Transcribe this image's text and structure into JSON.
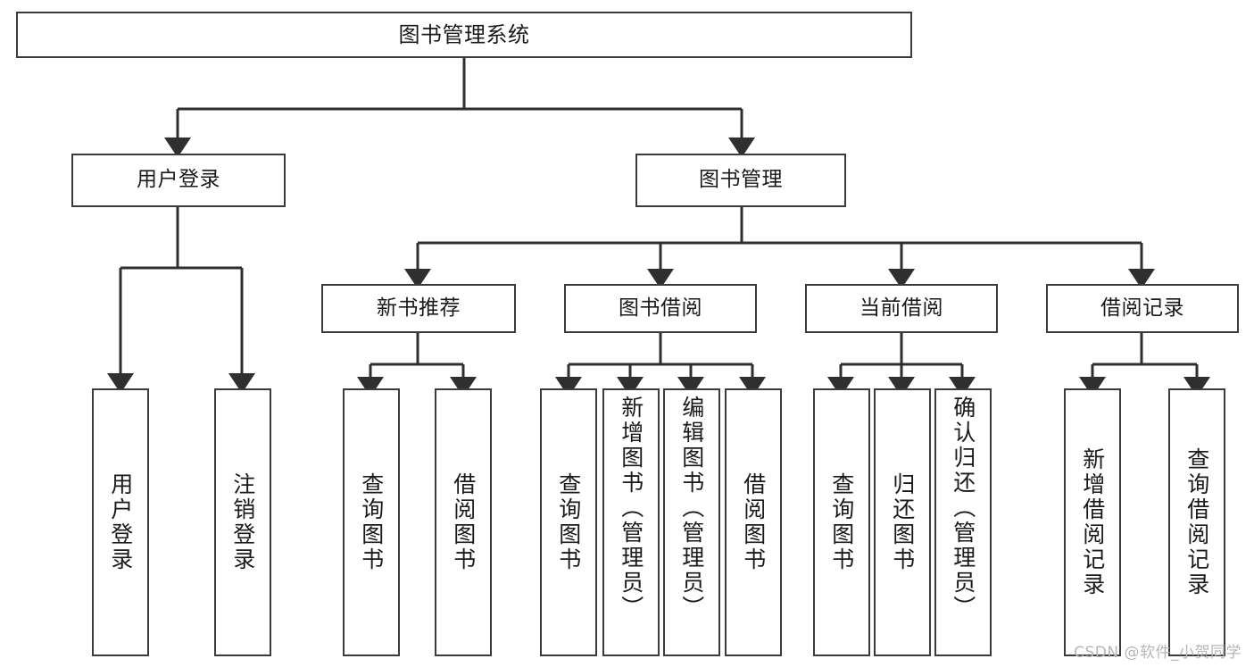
{
  "diagram": {
    "title": "图书管理系统",
    "watermark": "CSDN @软件_小贺同学",
    "stroke_color": "#3b3b3b",
    "background_color": "#ffffff",
    "text_color": "#1a1a1a",
    "watermark_color": "#b6b6b6"
  },
  "nodes": {
    "root": {
      "label": "图书管理系统"
    },
    "level2": [
      {
        "label": "用户登录"
      },
      {
        "label": "图书管理"
      }
    ],
    "level3": [
      {
        "label": "新书推荐"
      },
      {
        "label": "图书借阅"
      },
      {
        "label": "当前借阅"
      },
      {
        "label": "借阅记录"
      }
    ],
    "leaves": {
      "user_login": [
        {
          "label": "用户登录"
        },
        {
          "label": "注销登录"
        }
      ],
      "new_book_recommend": [
        {
          "label": "查询图书"
        },
        {
          "label": "借阅图书"
        }
      ],
      "book_borrow": [
        {
          "label": "查询图书"
        },
        {
          "label": "新增图书（管理员）"
        },
        {
          "label": "编辑图书（管理员）"
        },
        {
          "label": "借阅图书"
        }
      ],
      "current_borrow": [
        {
          "label": "查询图书"
        },
        {
          "label": "归还图书"
        },
        {
          "label": "确认归还（管理员）"
        }
      ],
      "borrow_record": [
        {
          "label": "新增借阅记录"
        },
        {
          "label": "查询借阅记录"
        }
      ]
    }
  },
  "chart_data": {
    "type": "table",
    "title": "图书管理系统 功能结构图",
    "hierarchy": [
      {
        "name": "图书管理系统",
        "children": [
          {
            "name": "用户登录",
            "children": [
              {
                "name": "用户登录"
              },
              {
                "name": "注销登录"
              }
            ]
          },
          {
            "name": "图书管理",
            "children": [
              {
                "name": "新书推荐",
                "children": [
                  {
                    "name": "查询图书"
                  },
                  {
                    "name": "借阅图书"
                  }
                ]
              },
              {
                "name": "图书借阅",
                "children": [
                  {
                    "name": "查询图书"
                  },
                  {
                    "name": "新增图书（管理员）"
                  },
                  {
                    "name": "编辑图书（管理员）"
                  },
                  {
                    "name": "借阅图书"
                  }
                ]
              },
              {
                "name": "当前借阅",
                "children": [
                  {
                    "name": "查询图书"
                  },
                  {
                    "name": "归还图书"
                  },
                  {
                    "name": "确认归还（管理员）"
                  }
                ]
              },
              {
                "name": "借阅记录",
                "children": [
                  {
                    "name": "新增借阅记录"
                  },
                  {
                    "name": "查询借阅记录"
                  }
                ]
              }
            ]
          }
        ]
      }
    ]
  }
}
